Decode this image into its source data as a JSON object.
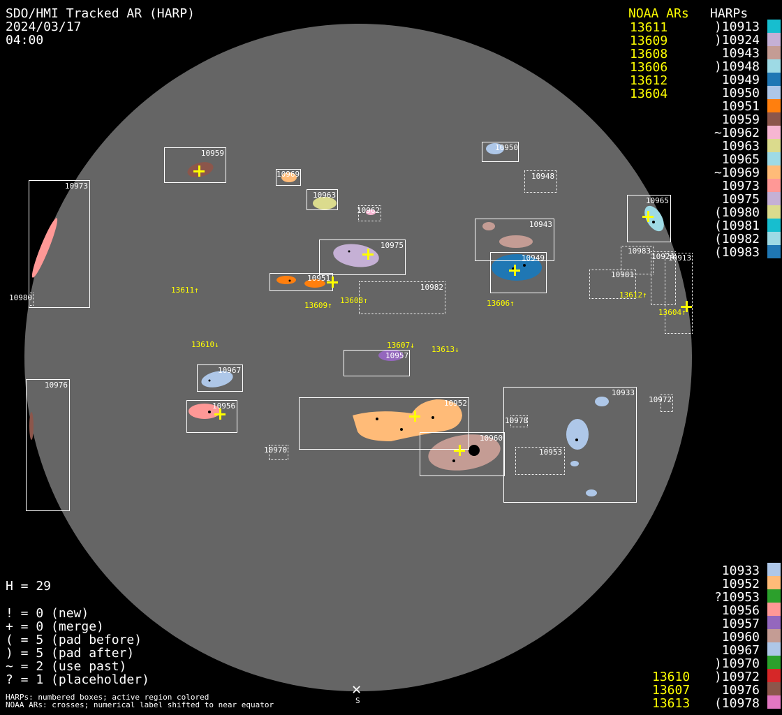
{
  "header": {
    "title": "SDO/HMI Tracked AR (HARP)",
    "date": "2024/03/17",
    "time": "04:00"
  },
  "noaa_top": {
    "heading": "NOAA ARs",
    "items": [
      "13611",
      "13609",
      "13608",
      "13606",
      "13612",
      "13604"
    ]
  },
  "harps_top": {
    "heading": "HARPs",
    "items": [
      {
        "label": ")10913",
        "color": "#17becf"
      },
      {
        "label": ")10924",
        "color": "#c5b0d5"
      },
      {
        "label": " 10943",
        "color": "#c49c94"
      },
      {
        "label": ")10948",
        "color": "#9edae5"
      },
      {
        "label": " 10949",
        "color": "#1f77b4"
      },
      {
        "label": " 10950",
        "color": "#aec7e8"
      },
      {
        "label": " 10951",
        "color": "#ff7f0e"
      },
      {
        "label": " 10959",
        "color": "#8c564b"
      },
      {
        "label": "~10962",
        "color": "#f7b6d2"
      },
      {
        "label": " 10963",
        "color": "#dbdb8d"
      },
      {
        "label": " 10965",
        "color": "#9edae5"
      },
      {
        "label": "~10969",
        "color": "#ffbb78"
      },
      {
        "label": " 10973",
        "color": "#ff9896"
      },
      {
        "label": " 10975",
        "color": "#c5b0d5"
      },
      {
        "label": "(10980",
        "color": "#dbdb8d"
      },
      {
        "label": "(10981",
        "color": "#17becf"
      },
      {
        "label": "(10982",
        "color": "#9edae5"
      },
      {
        "label": "(10983",
        "color": "#1f77b4"
      }
    ]
  },
  "harps_bottom": {
    "items": [
      {
        "label": " 10933",
        "color": "#aec7e8"
      },
      {
        "label": " 10952",
        "color": "#ffbb78"
      },
      {
        "label": "?10953",
        "color": "#2ca02c"
      },
      {
        "label": " 10956",
        "color": "#ff9896"
      },
      {
        "label": " 10957",
        "color": "#9467bd"
      },
      {
        "label": " 10960",
        "color": "#c49c94"
      },
      {
        "label": " 10967",
        "color": "#aec7e8"
      },
      {
        "label": ")10970",
        "color": "#2ca02c"
      },
      {
        "label": ")10972",
        "color": "#d62728"
      },
      {
        "label": " 10976",
        "color": "#8c564b"
      },
      {
        "label": "(10978",
        "color": "#e377c2"
      }
    ]
  },
  "noaa_bottom": {
    "items": [
      "13610",
      "13607",
      "13613"
    ]
  },
  "stats": {
    "h_count": "H = 29",
    "lines": [
      "! = 0 (new)",
      "+ = 0 (merge)",
      "( = 5 (pad before)",
      ") = 5 (pad after)",
      "~ = 2 (use past)",
      "? = 1 (placeholder)"
    ]
  },
  "footer": {
    "line1": "HARPs: numbered boxes; active region colored",
    "line2": "NOAA ARs: crosses; numerical label shifted to near equator"
  },
  "south_label": "S",
  "boxes": {
    "b10959": "10959",
    "b10969": "10969",
    "b10963": "10963",
    "b10962": "10962",
    "b10973": "10973",
    "b10980": "10980",
    "b10975": "10975",
    "b10951": "10951",
    "b10982": "10982",
    "b10950": "10950",
    "b10948": "10948",
    "b10943": "10943",
    "b10949": "10949",
    "b10965": "10965",
    "b10983": "10983",
    "b10924": "10924",
    "b10913": "10913",
    "b10981": "10981",
    "b10957": "10957",
    "b10967": "10967",
    "b10976": "10976",
    "b10956": "10956",
    "b10952": "10952",
    "b10960": "10960",
    "b10970": "10970",
    "b10933": "10933",
    "b10978": "10978",
    "b10953": "10953",
    "b10972": "10972"
  },
  "noaa_markers": {
    "m13611": "13611↑",
    "m13609": "13609↑",
    "m13608": "13608↑",
    "m13606": "13606↑",
    "m13612": "13612↑",
    "m13604": "13604↑",
    "m13610": "13610↓",
    "m13607": "13607↓",
    "m13613": "13613↓"
  }
}
